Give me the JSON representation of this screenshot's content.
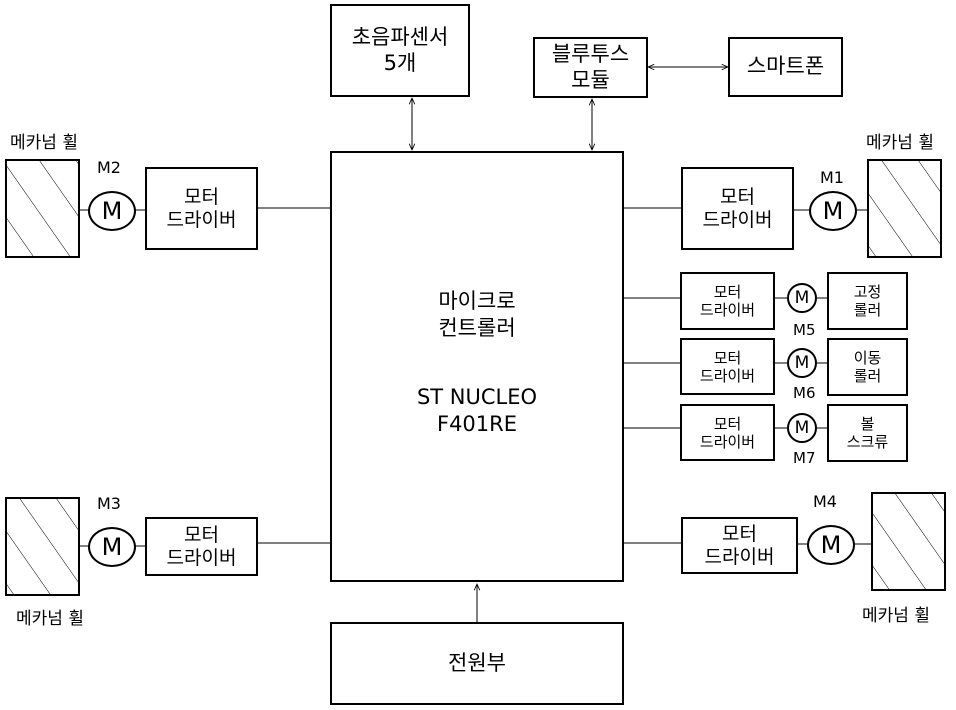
{
  "sensor": {
    "line1": "초음파센서",
    "line2": "5개"
  },
  "bluetooth": {
    "line1": "블루투스",
    "line2": "모듈"
  },
  "smartphone": {
    "label": "스마트폰"
  },
  "mcu": {
    "line1": "마이크로",
    "line2": "컨트롤러",
    "line3": "ST NUCLEO",
    "line4": "F401RE"
  },
  "power": {
    "label": "전원부"
  },
  "driver": {
    "line1": "모터",
    "line2": "드라이버"
  },
  "motor_symbol": "M",
  "motors": {
    "m1": "M1",
    "m2": "M2",
    "m3": "M3",
    "m4": "M4",
    "m5": "M5",
    "m6": "M6",
    "m7": "M7"
  },
  "wheel_label": "메카넘 휠",
  "fixed_roller": {
    "line1": "고정",
    "line2": "롤러"
  },
  "moving_roller": {
    "line1": "이동",
    "line2": "롤러"
  },
  "ball_screw": {
    "line1": "볼",
    "line2": "스크류"
  }
}
